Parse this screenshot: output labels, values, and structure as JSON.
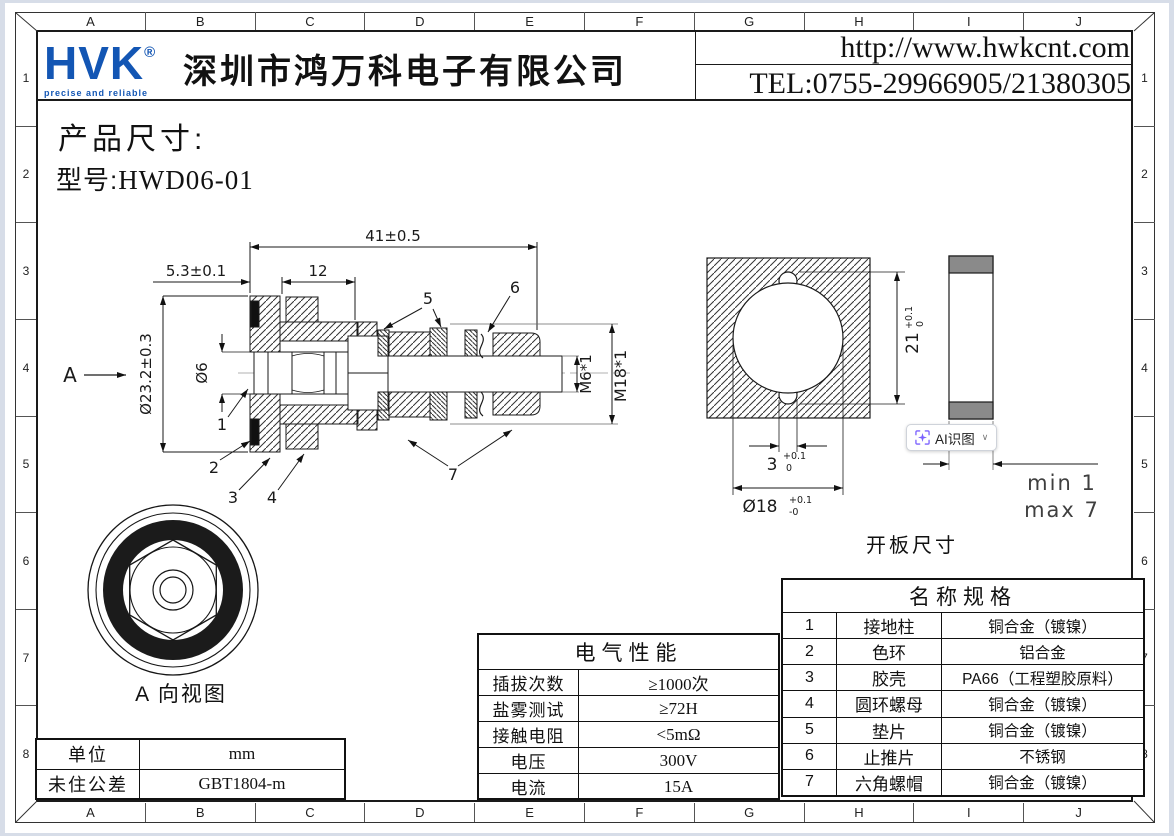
{
  "colors": {
    "accent": "#1356b4",
    "page_bg": "#d7dde8",
    "cap_gray": "#8a8a8a",
    "ai_icon": "#7b61ff"
  },
  "grid": {
    "cols": [
      "A",
      "B",
      "C",
      "D",
      "E",
      "F",
      "G",
      "H",
      "I",
      "J"
    ],
    "rows": [
      "1",
      "2",
      "3",
      "4",
      "5",
      "6",
      "7",
      "8"
    ]
  },
  "header": {
    "logo": "HVK",
    "reg": "®",
    "tagline": "precise and reliable",
    "company": "深圳市鸿万科电子有限公司",
    "website": "http://www.hwkcnt.com",
    "tel": "TEL:0755-29966905/21380305"
  },
  "title": {
    "line1": "产品尺寸:",
    "model_label": "型号:",
    "model_value": "HWD06-01"
  },
  "dims": {
    "d41": "41±0.5",
    "d12": "12",
    "d53": "5.3±0.1",
    "d232": "Ø23.2±0.3",
    "d6": "Ø6",
    "m6": "M6*1",
    "m18": "M18*1",
    "d21": "21",
    "d21t": "+0.1",
    "d21b": "0",
    "d3": "3",
    "d3t": "+0.1",
    "d3b": "0",
    "d18": "Ø18",
    "d18t": "+0.1",
    "d18b": "-0",
    "p1": "1",
    "p2": "2",
    "p3": "3",
    "p4": "4",
    "p5": "5",
    "p6": "6",
    "p7": "7",
    "view_arrow": "A",
    "min": "min 1",
    "max": "max 7"
  },
  "captions": {
    "view_a": "A 向视图",
    "panel": "开板尺寸"
  },
  "ai_button": {
    "label": "AI识图",
    "chevron": "∨"
  },
  "electrical": {
    "title": "电气性能",
    "rows": [
      {
        "label": "插拔次数",
        "value": "≥1000次"
      },
      {
        "label": "盐雾测试",
        "value": "≥72H"
      },
      {
        "label": "接触电阻",
        "value": "<5mΩ"
      },
      {
        "label": "电压",
        "value": "300V"
      },
      {
        "label": "电流",
        "value": "15A"
      }
    ]
  },
  "specs": {
    "title": "名称规格",
    "rows": [
      {
        "no": "1",
        "name": "接地柱",
        "material": "铜合金（镀镍）"
      },
      {
        "no": "2",
        "name": "色环",
        "material": "铝合金"
      },
      {
        "no": "3",
        "name": "胶壳",
        "material": "PA66（工程塑胶原料）"
      },
      {
        "no": "4",
        "name": "圆环螺母",
        "material": "铜合金（镀镍）"
      },
      {
        "no": "5",
        "name": "垫片",
        "material": "铜合金（镀镍）"
      },
      {
        "no": "6",
        "name": "止推片",
        "material": "不锈钢"
      },
      {
        "no": "7",
        "name": "六角螺帽",
        "material": "铜合金（镀镍）"
      }
    ]
  },
  "info": {
    "rows": [
      {
        "label": "单位",
        "value": "mm"
      },
      {
        "label": "未住公差",
        "value": "GBT1804-m"
      }
    ]
  }
}
